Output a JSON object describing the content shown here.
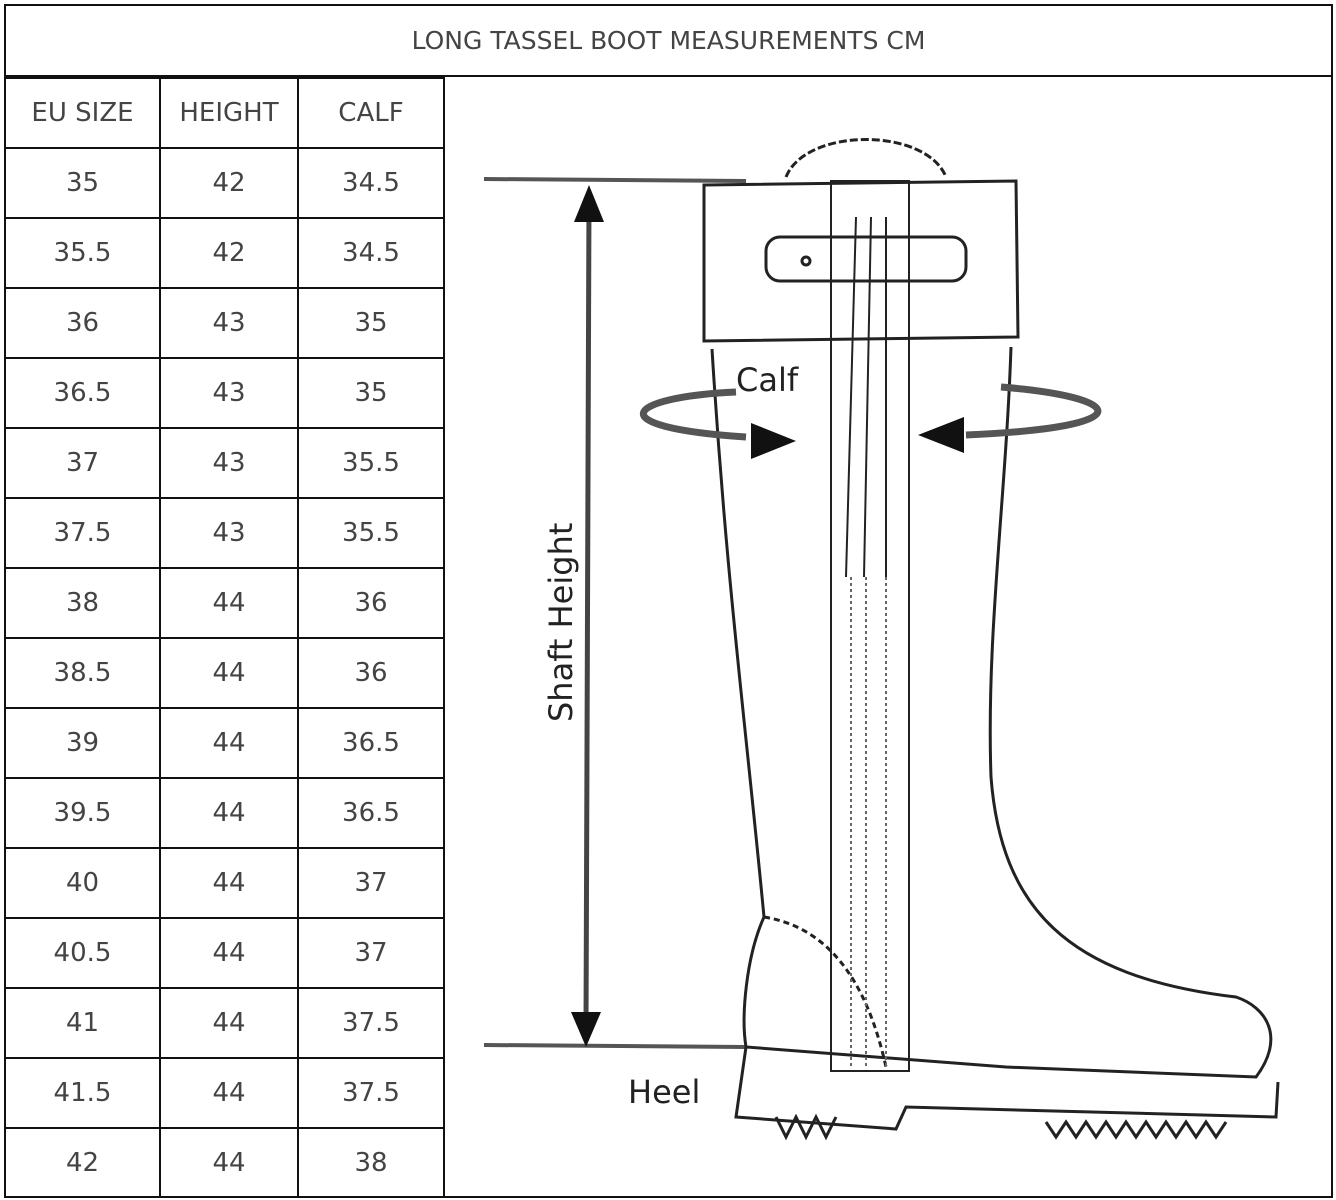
{
  "title": "LONG TASSEL BOOT MEASUREMENTS CM",
  "headers": [
    "EU SIZE",
    "HEIGHT",
    "CALF"
  ],
  "rows": [
    [
      "35",
      "42",
      "34.5"
    ],
    [
      "35.5",
      "42",
      "34.5"
    ],
    [
      "36",
      "43",
      "35"
    ],
    [
      "36.5",
      "43",
      "35"
    ],
    [
      "37",
      "43",
      "35.5"
    ],
    [
      "37.5",
      "43",
      "35.5"
    ],
    [
      "38",
      "44",
      "36"
    ],
    [
      "38.5",
      "44",
      "36"
    ],
    [
      "39",
      "44",
      "36.5"
    ],
    [
      "39.5",
      "44",
      "36.5"
    ],
    [
      "40",
      "44",
      "37"
    ],
    [
      "40.5",
      "44",
      "37"
    ],
    [
      "41",
      "44",
      "37.5"
    ],
    [
      "41.5",
      "44",
      "37.5"
    ],
    [
      "42",
      "44",
      "38"
    ]
  ],
  "illustration": {
    "calf_label": "Calf",
    "shaft_label": "Shaft Height",
    "heel_label": "Heel"
  }
}
